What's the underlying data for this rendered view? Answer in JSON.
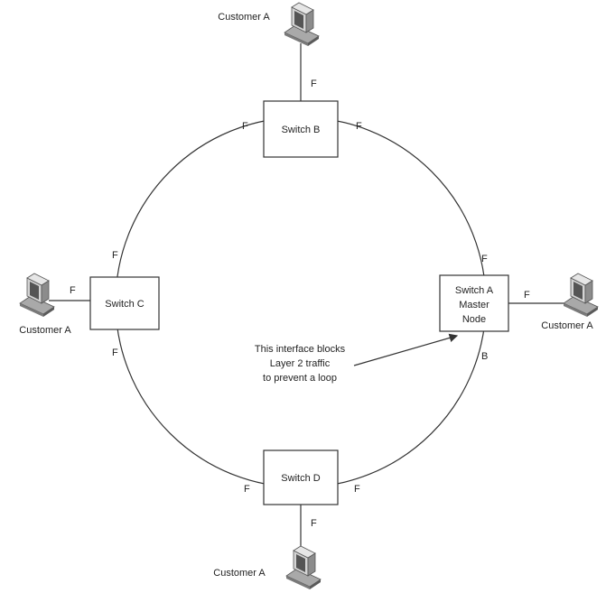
{
  "switches": {
    "b": {
      "label": "Switch B"
    },
    "c": {
      "label": "Switch C"
    },
    "d": {
      "label": "Switch D"
    },
    "a": {
      "line1": "Switch A",
      "line2": "Master",
      "line3": "Node"
    }
  },
  "customers": {
    "top": "Customer A",
    "left": "Customer A",
    "right": "Customer A",
    "bottom": "Customer A"
  },
  "ports": {
    "b_top": "F",
    "b_left": "F",
    "b_right": "F",
    "c_left": "F",
    "c_top": "F",
    "c_bottom": "F",
    "a_top": "F",
    "a_right": "F",
    "a_bottom": "B",
    "d_left": "F",
    "d_right": "F",
    "d_bottom": "F"
  },
  "annotation": {
    "line1": "This interface blocks",
    "line2": "Layer 2 traffic",
    "line3": "to prevent a loop"
  },
  "colors": {
    "line": "#333333",
    "pc_light": "#cfcfcf",
    "pc_dark": "#6e6e6e"
  },
  "icons": {
    "customer": "computer-icon"
  }
}
